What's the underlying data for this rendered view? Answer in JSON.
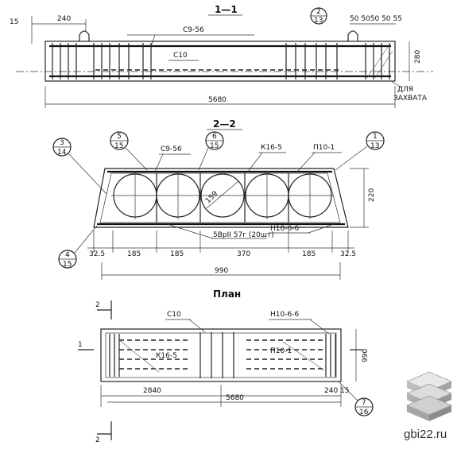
{
  "section_1": {
    "title": "1—1",
    "dim_left_offset": "15",
    "dim_240": "240",
    "mark_c956": "С9-56",
    "mark_c10": "С10",
    "callout_top": "2",
    "callout_bottom": "13",
    "dim_spacing": "50 5050 50 55",
    "dim_height": "280",
    "dim_length": "5680",
    "lift_note_1": "ДЛЯ",
    "lift_note_2": "ЗАХВАТА"
  },
  "section_2": {
    "title": "2—2",
    "callout_a_top": "3",
    "callout_a_bottom": "14",
    "callout_b_top": "5",
    "callout_b_bottom": "15",
    "callout_c_top": "6",
    "callout_c_bottom": "15",
    "callout_d_top": "1",
    "callout_d_bottom": "13",
    "callout_e_top": "4",
    "callout_e_bottom": "15",
    "mark_c956": "С9-56",
    "mark_k165": "К16-5",
    "mark_p101": "П10-1",
    "mark_n1066": "Н10-6-6",
    "rebar_note": "5ВрII 57г (20шт)",
    "dim_diameter": "159",
    "dim_height": "220",
    "dim_325_left": "32.5",
    "dim_185_1": "185",
    "dim_185_2": "185",
    "dim_370": "370",
    "dim_185_3": "185",
    "dim_325_right": "32.5",
    "dim_width": "990"
  },
  "plan": {
    "title": "План",
    "cut_mark_2": "2",
    "cut_mark_1": "1",
    "mark_c10": "С10",
    "mark_n1066": "Н10-6-6",
    "mark_k165": "К16-5",
    "mark_p101": "П10-1",
    "dim_2840": "2840",
    "dim_5680": "5680",
    "dim_240_15": "240 15",
    "dim_width": "990",
    "callout_top": "7",
    "callout_bottom": "16"
  },
  "watermark": {
    "text": "gbi22.ru"
  }
}
